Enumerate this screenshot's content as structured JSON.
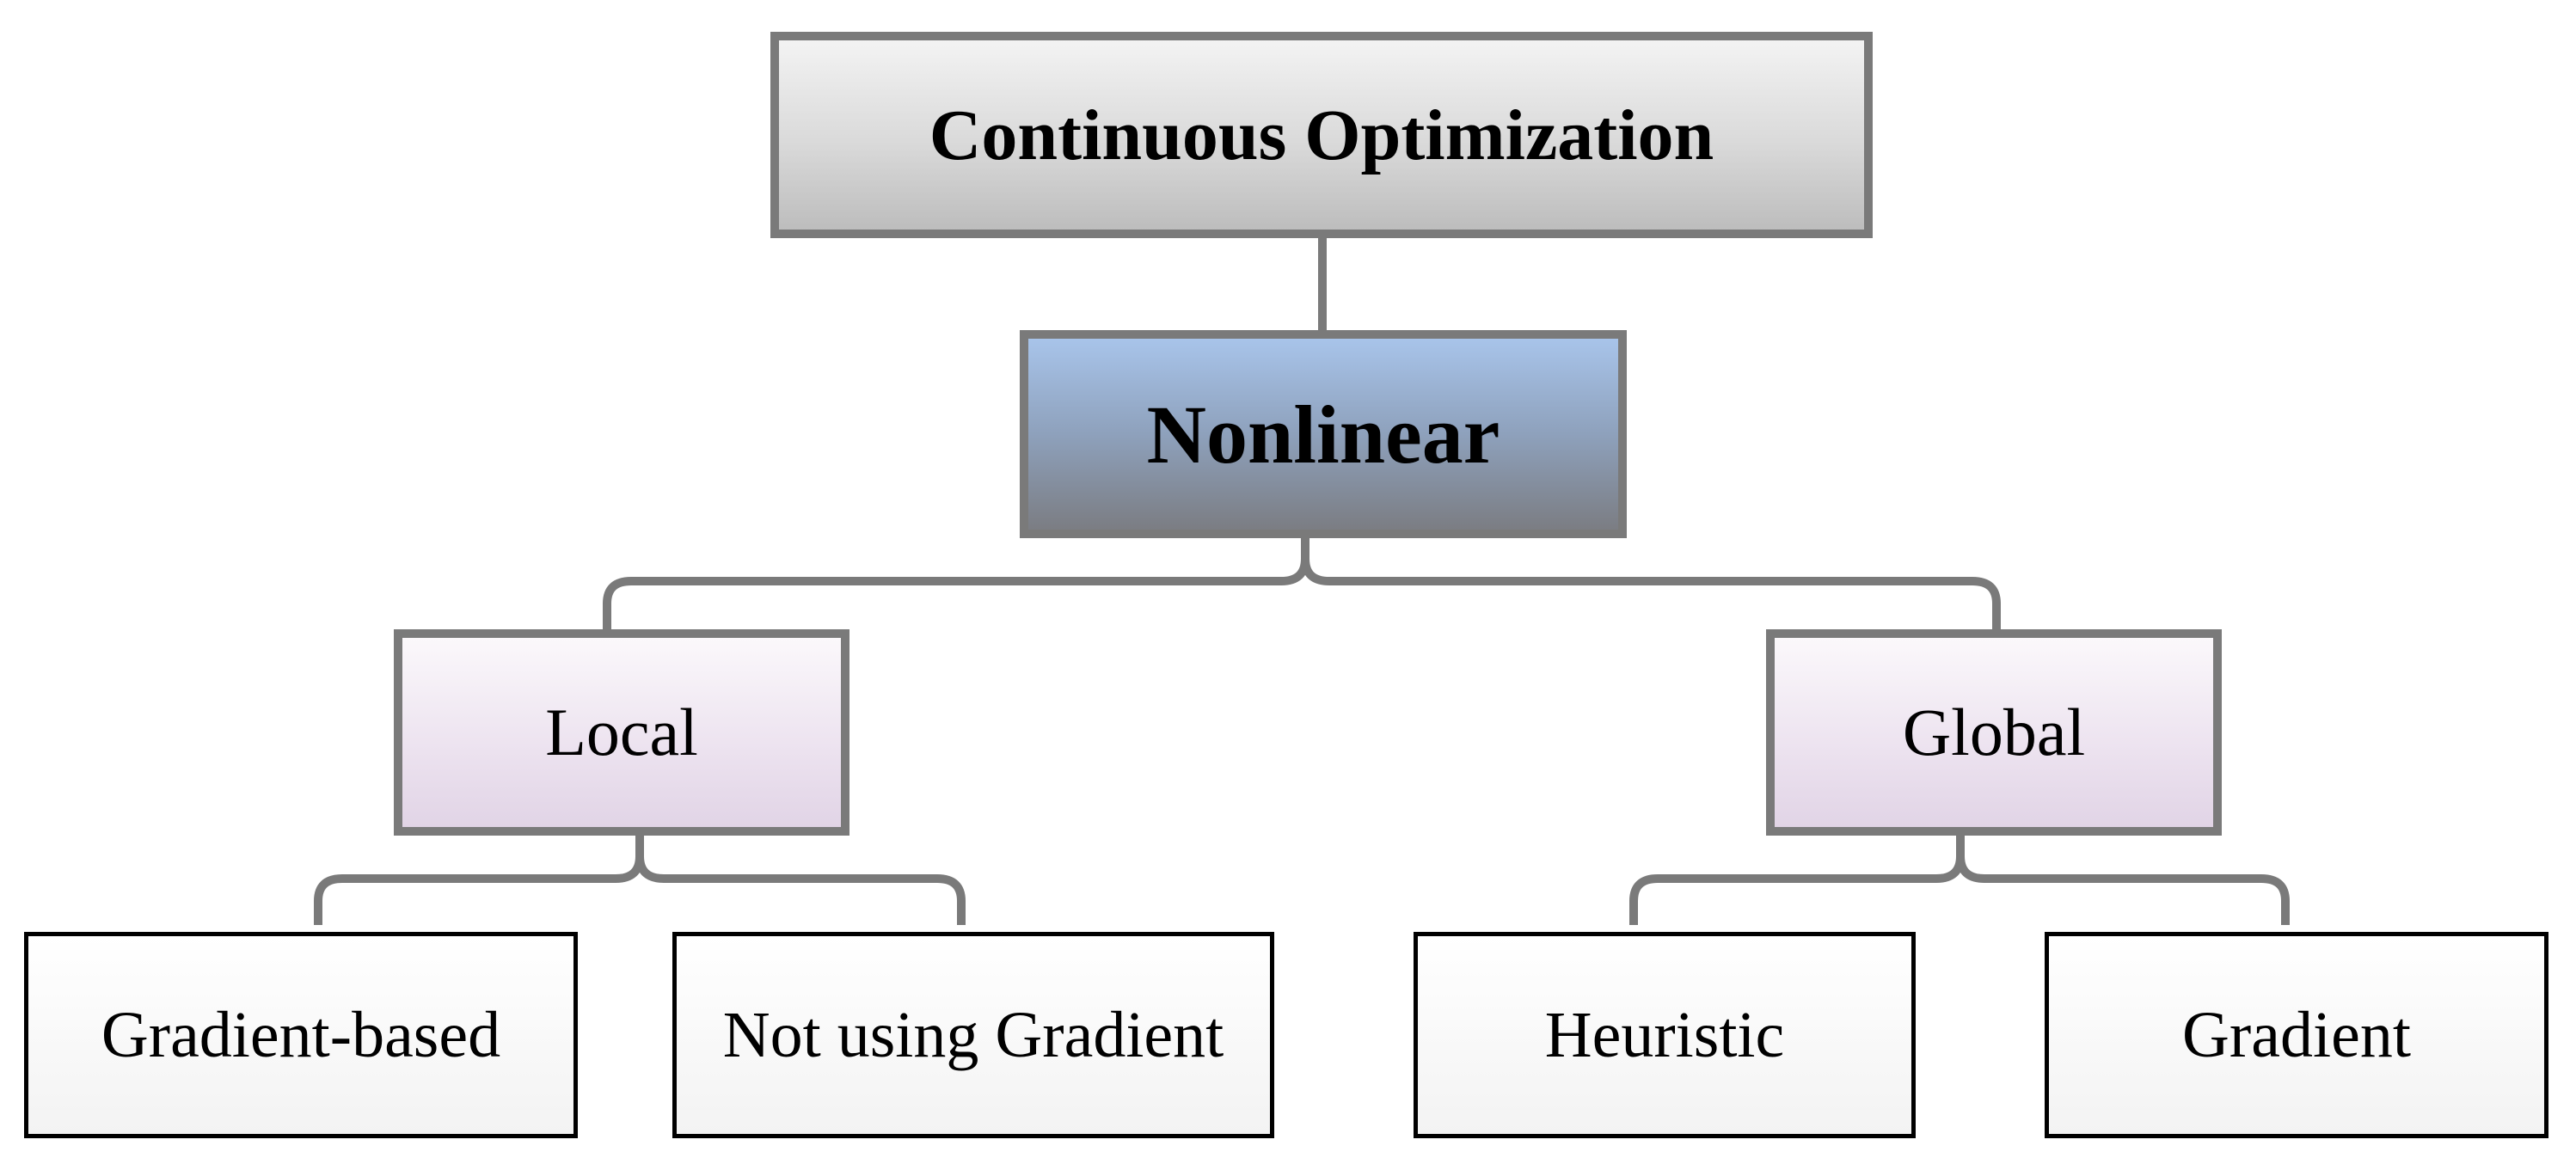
{
  "diagram": {
    "root": {
      "label": "Continuous Optimization"
    },
    "type_node": {
      "label": "Nonlinear"
    },
    "local": {
      "label": "Local",
      "children": [
        {
          "label": "Gradient-based"
        },
        {
          "label": "Not using Gradient"
        }
      ]
    },
    "global": {
      "label": "Global",
      "children": [
        {
          "label": "Heuristic"
        },
        {
          "label": "Gradient"
        }
      ]
    }
  },
  "colors": {
    "connector": "#7a7a7a",
    "root_fill": "#d9d9d9",
    "type_fill": "#8ea1bc",
    "level2_fill": "#ece2ef",
    "leaf_fill": "#f7f7f7",
    "leaf_border": "#000000"
  }
}
